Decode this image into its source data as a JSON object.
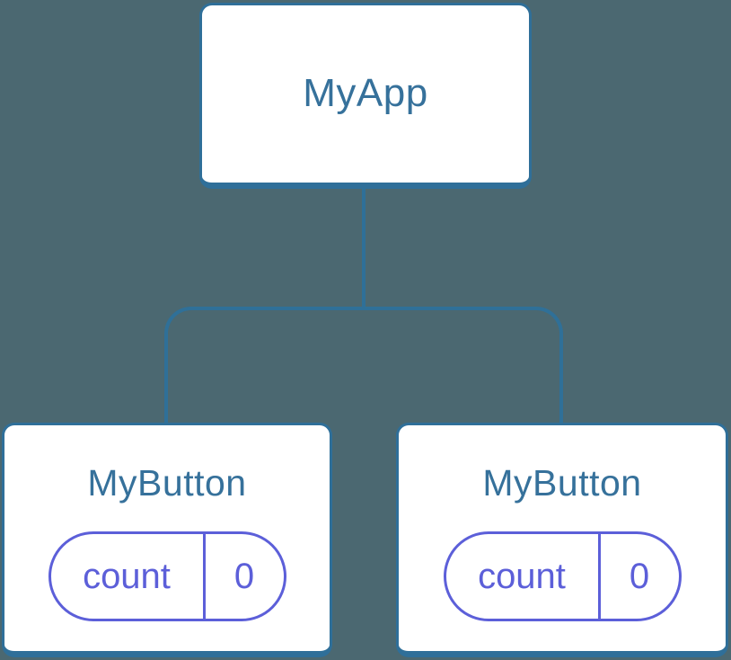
{
  "diagram": {
    "description": "component-tree",
    "root": {
      "label": "MyApp"
    },
    "children": [
      {
        "label": "MyButton",
        "state": {
          "key": "count",
          "value": "0"
        }
      },
      {
        "label": "MyButton",
        "state": {
          "key": "count",
          "value": "0"
        }
      }
    ],
    "colors": {
      "background": "#4B6871",
      "node_fill": "#FFFFFF",
      "node_border": "#2F6F99",
      "node_text": "#36719B",
      "connector": "#2F7098",
      "state_accent": "#5C5FD9"
    }
  }
}
